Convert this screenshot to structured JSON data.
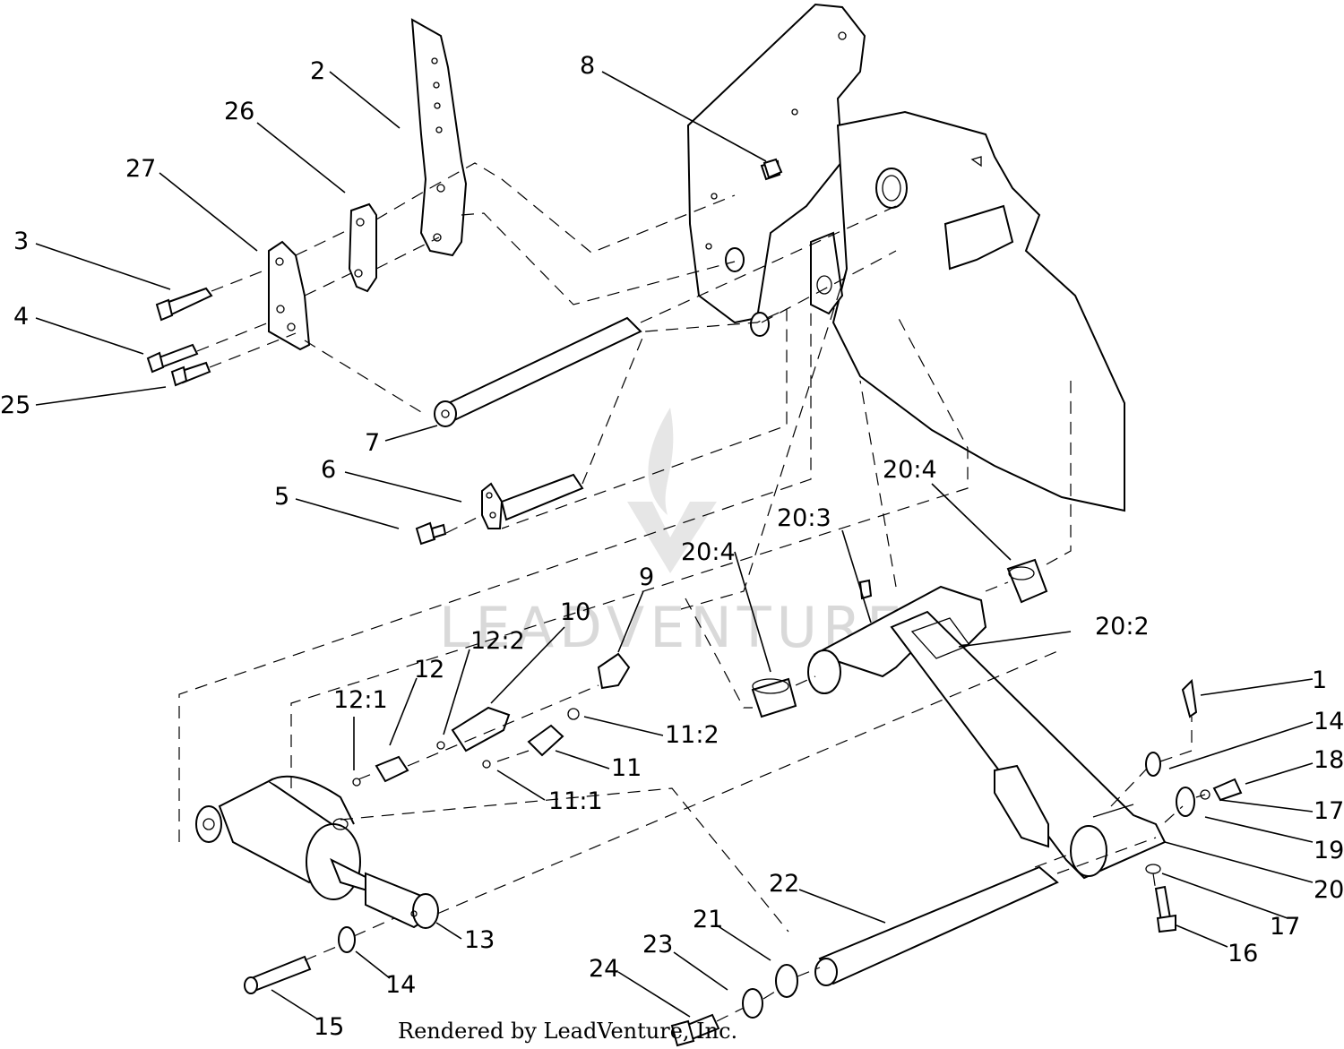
{
  "watermark": {
    "text": "LEADVENTURE"
  },
  "credit": "Rendered by LeadVenture, Inc.",
  "callouts": {
    "c1": "1",
    "c2": "2",
    "c3": "3",
    "c4": "4",
    "c5": "5",
    "c6": "6",
    "c7": "7",
    "c8": "8",
    "c9": "9",
    "c10": "10",
    "c11": "11",
    "c11_1": "11:1",
    "c11_2": "11:2",
    "c12": "12",
    "c12_1": "12:1",
    "c12_2": "12:2",
    "c13": "13",
    "c14a": "14",
    "c14b": "14",
    "c15": "15",
    "c16": "16",
    "c17a": "17",
    "c17b": "17",
    "c18": "18",
    "c19": "19",
    "c20": "20",
    "c20_2": "20:2",
    "c20_3": "20:3",
    "c20_4a": "20:4",
    "c20_4b": "20:4",
    "c21": "21",
    "c22": "22",
    "c23": "23",
    "c24": "24",
    "c25": "25",
    "c26": "26",
    "c27": "27"
  }
}
